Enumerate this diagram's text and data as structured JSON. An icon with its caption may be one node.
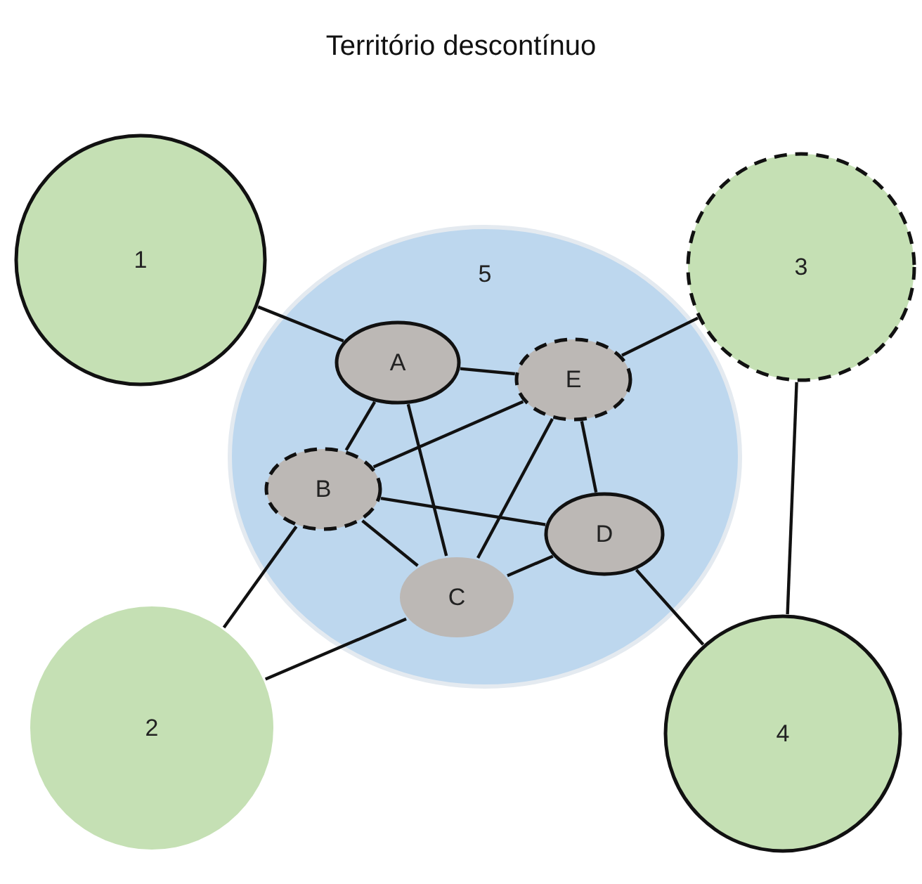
{
  "diagram": {
    "title": "Território descontínuo",
    "nodes": [
      {
        "text": [
          "1"
        ]
      },
      {
        "text": [
          "3"
        ]
      },
      {
        "text": [
          "5"
        ]
      },
      {
        "text": [
          "A"
        ],
        "in": 2
      },
      {
        "text": [
          "E"
        ],
        "in": 2
      },
      {
        "text": [
          "B"
        ],
        "in": 2
      },
      {
        "text": [
          "D"
        ],
        "in": 2
      },
      {
        "text": [
          "C"
        ],
        "in": 2
      },
      {
        "text": [
          "2"
        ]
      },
      {
        "text": [
          "4"
        ]
      }
    ],
    "edges": [
      {
        "from": 0,
        "to": 3,
        "arrow": "none"
      },
      {
        "from": 1,
        "to": 4,
        "arrow": "none"
      },
      {
        "from": 3,
        "to": 4,
        "arrow": "none"
      },
      {
        "from": 3,
        "to": 5,
        "arrow": "none"
      },
      {
        "from": 3,
        "to": 7,
        "arrow": "none"
      },
      {
        "from": 4,
        "to": 5,
        "arrow": "none"
      },
      {
        "from": 4,
        "to": 7,
        "arrow": "none"
      },
      {
        "from": 4,
        "to": 6,
        "arrow": "none"
      },
      {
        "from": 5,
        "to": 6,
        "arrow": "none"
      },
      {
        "from": 5,
        "to": 7,
        "arrow": "none"
      },
      {
        "from": 6,
        "to": 7,
        "arrow": "none"
      },
      {
        "from": 5,
        "to": 8,
        "arrow": "none"
      },
      {
        "from": 7,
        "to": 8,
        "arrow": "none"
      },
      {
        "from": 6,
        "to": 9,
        "arrow": "none"
      },
      {
        "from": 1,
        "to": 9,
        "arrow": "none"
      }
    ]
  }
}
